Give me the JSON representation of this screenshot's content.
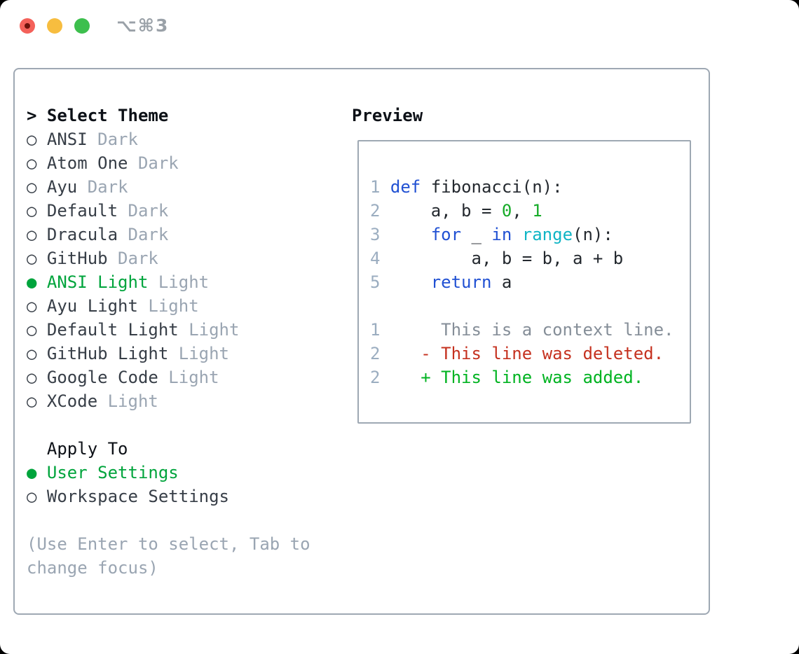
{
  "window": {
    "title": "⌥⌘3"
  },
  "colors": {
    "accent_green": "#00a43c",
    "keyword_blue": "#2151d3",
    "function_cyan": "#10b5c5",
    "number_green": "#16ab28",
    "deleted_red": "#c5311f",
    "added_green": "#00b321",
    "foreground": "#373e47",
    "code_foreground": "#24292f",
    "muted": "#9aa5b2",
    "line_number": "#9badc0",
    "context_gray": "#858e98",
    "border_gray": "#9ea8b3",
    "traffic_red": "#f4615a",
    "traffic_yellow": "#f7bd3f",
    "traffic_green": "#3dbf4d",
    "title_gray": "#9aa1a8"
  },
  "glyphs": {
    "selected_bullet": "●",
    "unselected_bullet": "○"
  },
  "theme_selector": {
    "cursor_prefix": "> ",
    "title": "Select Theme",
    "items": [
      {
        "name": "ANSI",
        "tag": "Dark",
        "selected": false
      },
      {
        "name": "Atom One",
        "tag": "Dark",
        "selected": false
      },
      {
        "name": "Ayu",
        "tag": "Dark",
        "selected": false
      },
      {
        "name": "Default",
        "tag": "Dark",
        "selected": false
      },
      {
        "name": "Dracula",
        "tag": "Dark",
        "selected": false
      },
      {
        "name": "GitHub",
        "tag": "Dark",
        "selected": false
      },
      {
        "name": "ANSI Light",
        "tag": "Light",
        "selected": true
      },
      {
        "name": "Ayu Light",
        "tag": "Light",
        "selected": false
      },
      {
        "name": "Default Light",
        "tag": "Light",
        "selected": false
      },
      {
        "name": "GitHub Light",
        "tag": "Light",
        "selected": false
      },
      {
        "name": "Google Code",
        "tag": "Light",
        "selected": false
      },
      {
        "name": "XCode",
        "tag": "Light",
        "selected": false
      }
    ]
  },
  "apply_to": {
    "title": "Apply To",
    "options": [
      {
        "label": "User Settings",
        "selected": true
      },
      {
        "label": "Workspace Settings",
        "selected": false
      }
    ]
  },
  "hint_lines": [
    "(Use Enter to select, Tab to",
    "change focus)"
  ],
  "preview": {
    "title": "Preview",
    "lines": [
      {
        "num": "1",
        "name": "code-line",
        "segments": [
          [
            "kw",
            "def"
          ],
          [
            "fg",
            " fibonacci(n):"
          ]
        ]
      },
      {
        "num": "2",
        "name": "code-line",
        "segments": [
          [
            "fg",
            "    a, b = "
          ],
          [
            "num",
            "0"
          ],
          [
            "fg",
            ", "
          ],
          [
            "num",
            "1"
          ]
        ]
      },
      {
        "num": "3",
        "name": "code-line",
        "segments": [
          [
            "fg",
            "    "
          ],
          [
            "kw",
            "for"
          ],
          [
            "fg",
            " _ "
          ],
          [
            "kw",
            "in"
          ],
          [
            "fg",
            " "
          ],
          [
            "fn",
            "range"
          ],
          [
            "fg",
            "(n):"
          ]
        ]
      },
      {
        "num": "4",
        "name": "code-line",
        "segments": [
          [
            "fg",
            "        a, b = b, a + b"
          ]
        ]
      },
      {
        "num": "5",
        "name": "code-line",
        "segments": [
          [
            "fg",
            "    "
          ],
          [
            "kw",
            "return"
          ],
          [
            "fg",
            " a"
          ]
        ]
      },
      {
        "num": "",
        "name": "blank-line",
        "segments": []
      },
      {
        "num": "1",
        "name": "diff-context-line",
        "segments": [
          [
            "ctx",
            "     This is a context line."
          ]
        ]
      },
      {
        "num": "2",
        "name": "diff-deleted-line",
        "segments": [
          [
            "del",
            "   - This line was deleted."
          ]
        ]
      },
      {
        "num": "2",
        "name": "diff-added-line",
        "segments": [
          [
            "add",
            "   + This line was added."
          ]
        ]
      }
    ]
  }
}
